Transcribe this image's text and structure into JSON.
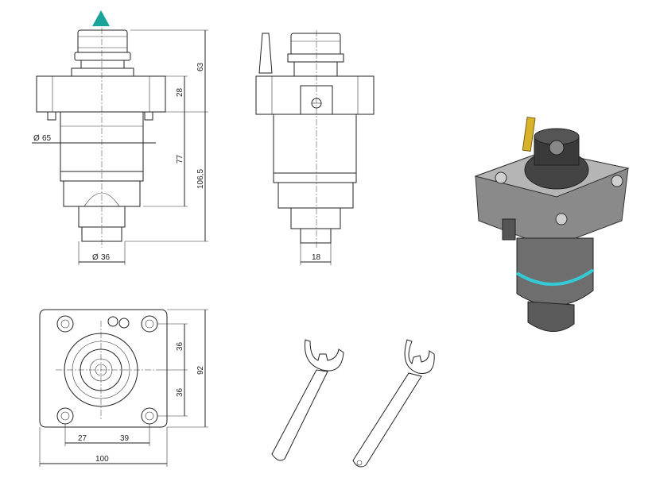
{
  "dimensions": {
    "height_upper": "63",
    "flange_height": "28",
    "body_height": "77",
    "total_height": "106,5",
    "body_diameter": "65",
    "shank_diameter": "36",
    "drive_width": "18",
    "hole_spacing_top": "36",
    "hole_spacing_bottom": "36",
    "flange_height_total": "92",
    "offset_left": "27",
    "offset_right": "39",
    "flange_width": "100"
  },
  "symbols": {
    "diameter": "Ø"
  },
  "colors": {
    "marker": "#1aa39a",
    "body_grey": "#6e6e6e",
    "flange_grey": "#8a8a8a",
    "coolant_ring": "#35c9d6",
    "lever_gold": "#d9b22c"
  }
}
